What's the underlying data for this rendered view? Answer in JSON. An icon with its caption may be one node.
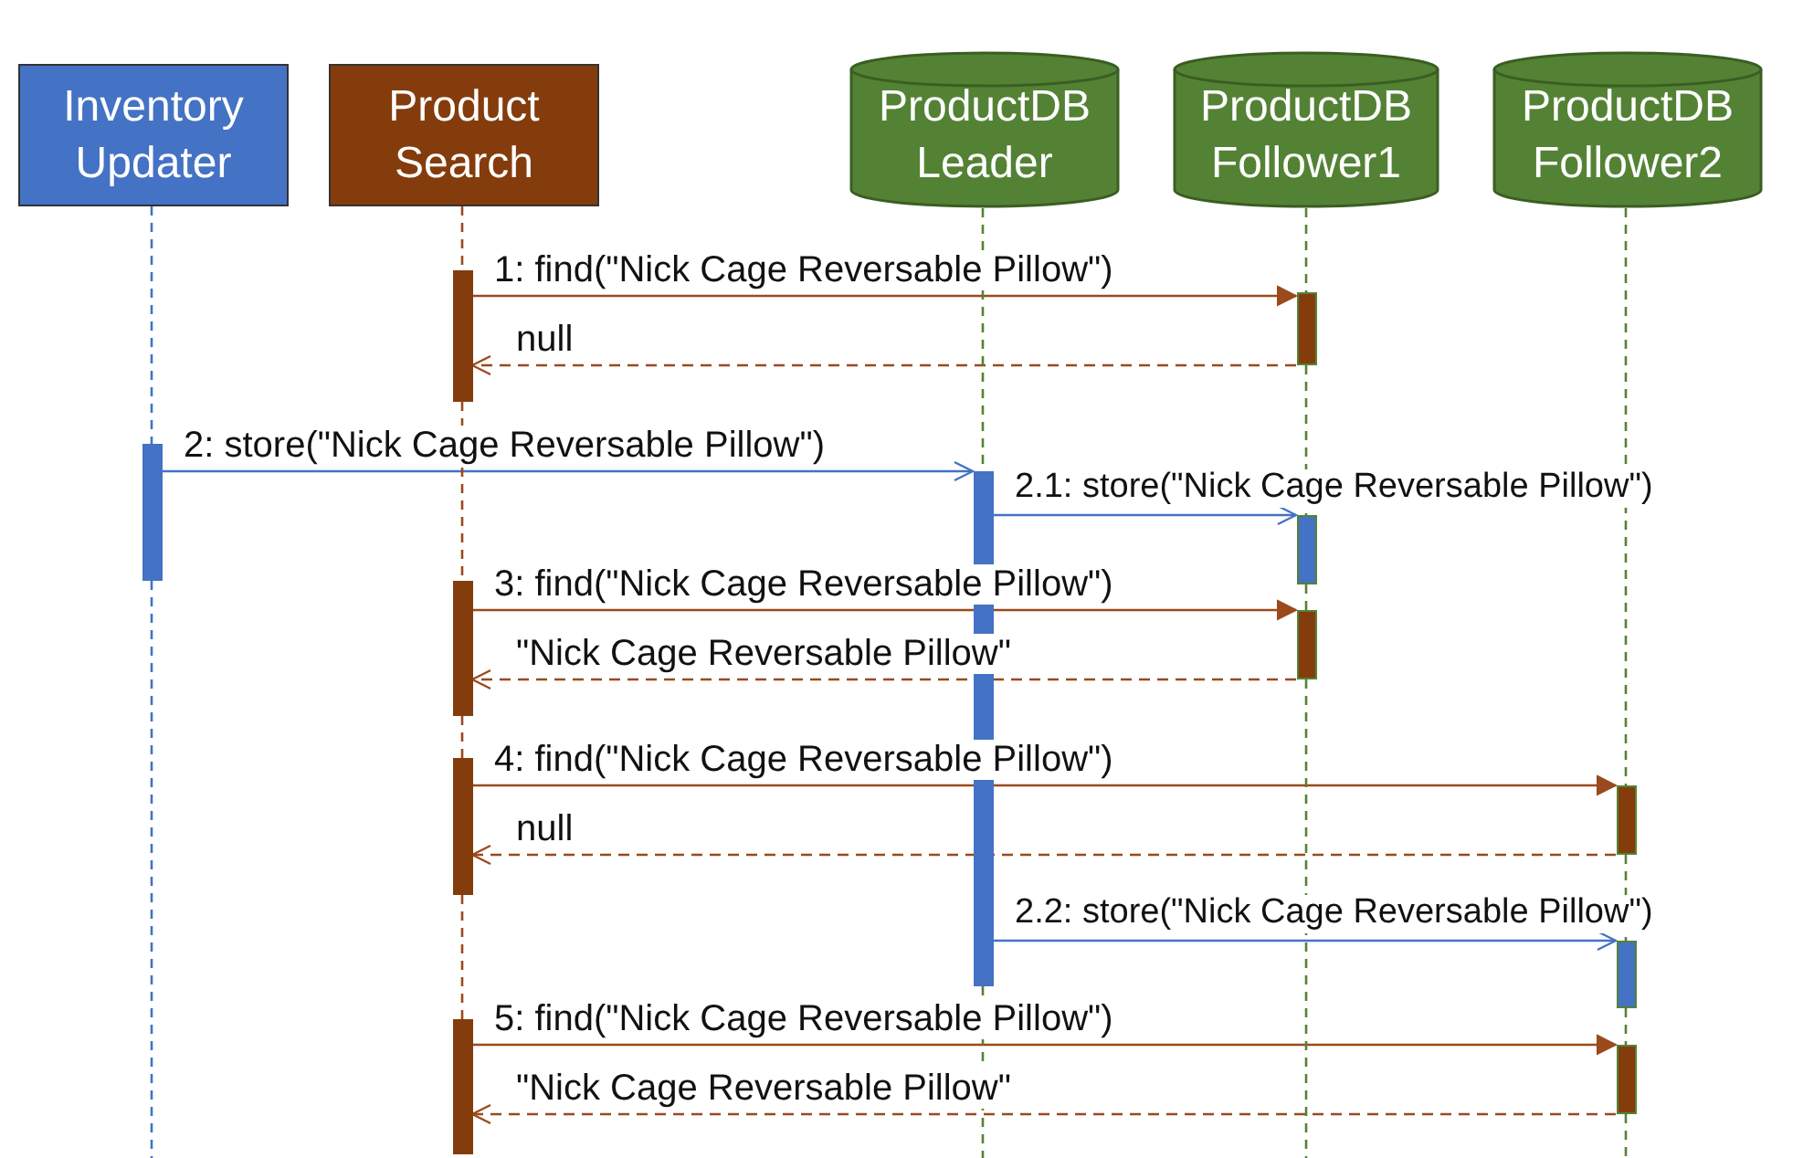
{
  "diagram": {
    "nodes": [
      {
        "text": [
          "Inventory Updater"
        ]
      },
      {
        "text": [
          "Product Search"
        ]
      },
      {
        "text": [
          "ProductDB Leader"
        ]
      },
      {
        "text": [
          "ProductDB Follower1"
        ]
      },
      {
        "text": [
          "ProductDB Follower2"
        ]
      },
      {
        "text": [],
        "shape": "bar"
      },
      {
        "text": [],
        "shape": "bar"
      },
      {
        "text": [],
        "shape": "bar"
      },
      {
        "text": [],
        "shape": "bar"
      },
      {
        "text": [],
        "shape": "bar"
      },
      {
        "text": [],
        "shape": "bar"
      },
      {
        "text": [],
        "shape": "bar"
      },
      {
        "text": [],
        "shape": "bar"
      },
      {
        "text": [],
        "shape": "bar"
      },
      {
        "text": [],
        "shape": "bar"
      },
      {
        "text": [],
        "shape": "bar"
      },
      {
        "text": [],
        "shape": "bar"
      }
    ],
    "edges": [
      {
        "from": 5,
        "to": 6,
        "arrow": "to",
        "label": "1: find(\"Nick Cage Reversable Pillow\")"
      },
      {
        "from": 6,
        "to": 5,
        "arrow": "to",
        "label": "null",
        "style": "dashed"
      },
      {
        "from": 7,
        "to": 8,
        "arrow": "to",
        "label": "2: store(\"Nick Cage Reversable Pillow\")",
        "color": "#4472c4"
      },
      {
        "from": 8,
        "to": 9,
        "arrow": "to",
        "label": "2.1: store(\"Nick Cage Reversable Pillow\")",
        "color": "#4472c4"
      },
      {
        "from": 10,
        "to": 11,
        "arrow": "to",
        "label": "3: find(\"Nick Cage Reversable Pillow\")"
      },
      {
        "from": 11,
        "to": 10,
        "arrow": "to",
        "label": "\"Nick Cage Reversable Pillow\"",
        "style": "dashed"
      },
      {
        "from": 12,
        "to": 13,
        "arrow": "to",
        "label": "4: find(\"Nick Cage Reversable Pillow\")"
      },
      {
        "from": 13,
        "to": 12,
        "arrow": "to",
        "label": "null",
        "style": "dashed"
      },
      {
        "from": 8,
        "to": 14,
        "arrow": "to",
        "label": "2.2: store(\"Nick Cage Reversable Pillow\")",
        "color": "#4472c4"
      },
      {
        "from": 15,
        "to": 16,
        "arrow": "to",
        "label": "5: find(\"Nick Cage Reversable Pillow\")"
      },
      {
        "from": 16,
        "to": 15,
        "arrow": "to",
        "label": "\"Nick Cage Reversable Pillow\"",
        "style": "dashed"
      },
      {
        "from": 0,
        "to": 7,
        "arrow": "none",
        "style": "dashed",
        "color": "#4472c4"
      },
      {
        "from": 7,
        "to": null,
        "arrow": "none",
        "style": "dashed",
        "color": "#4472c4"
      },
      {
        "from": 1,
        "to": 5,
        "arrow": "none",
        "style": "dashed"
      },
      {
        "from": 5,
        "to": 10,
        "arrow": "none",
        "style": "dashed"
      },
      {
        "from": 10,
        "to": 12,
        "arrow": "none",
        "style": "dashed"
      },
      {
        "from": 12,
        "to": 15,
        "arrow": "none",
        "style": "dashed"
      },
      {
        "from": 2,
        "to": 8,
        "arrow": "none",
        "style": "dashed",
        "color": "#548235"
      },
      {
        "from": 8,
        "to": null,
        "arrow": "none",
        "style": "dashed",
        "color": "#548235"
      },
      {
        "from": 3,
        "to": 6,
        "arrow": "none",
        "style": "dashed",
        "color": "#548235"
      },
      {
        "from": 6,
        "to": 9,
        "arrow": "none",
        "style": "dashed",
        "color": "#548235"
      },
      {
        "from": 9,
        "to": 11,
        "arrow": "none",
        "style": "dashed",
        "color": "#548235"
      },
      {
        "from": 11,
        "to": null,
        "arrow": "none",
        "style": "dashed",
        "color": "#548235"
      },
      {
        "from": 4,
        "to": 13,
        "arrow": "none",
        "style": "dashed",
        "color": "#548235"
      },
      {
        "from": 13,
        "to": 14,
        "arrow": "none",
        "style": "dashed",
        "color": "#548235"
      },
      {
        "from": 14,
        "to": 16,
        "arrow": "none",
        "style": "dashed",
        "color": "#548235"
      },
      {
        "from": 16,
        "to": null,
        "arrow": "none",
        "style": "dashed",
        "color": "#548235"
      }
    ]
  }
}
